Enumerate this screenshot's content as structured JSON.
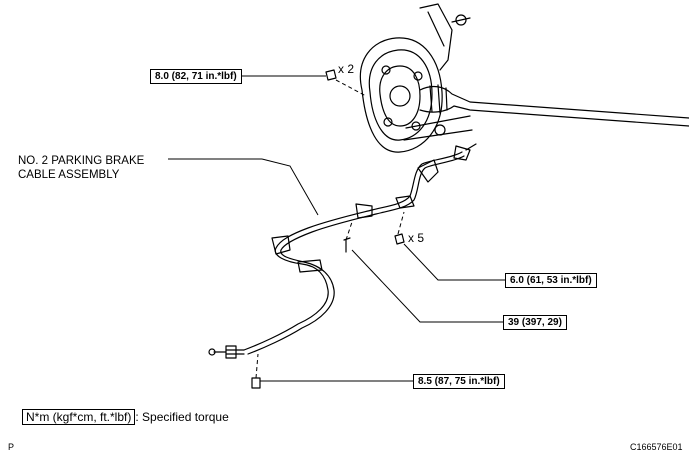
{
  "torque_specs": {
    "nut_top": "8.0 (82, 71 in.*lbf)",
    "nut_right": "6.0 (61, 53 in.*lbf)",
    "bolt_mid": "39 (397, 29)",
    "bolt_bottom": "8.5 (87, 75 in.*lbf)"
  },
  "quantities": {
    "top_nut": "x 2",
    "right_nut": "x 5"
  },
  "callout": {
    "line1": "NO. 2 PARKING BRAKE",
    "line2": "CABLE ASSEMBLY"
  },
  "legend": {
    "unit": "N*m (kgf*cm, ft.*lbf)",
    "description": ": Specified torque"
  },
  "footer": {
    "left_code": "P",
    "image_code": "C166576E01"
  }
}
